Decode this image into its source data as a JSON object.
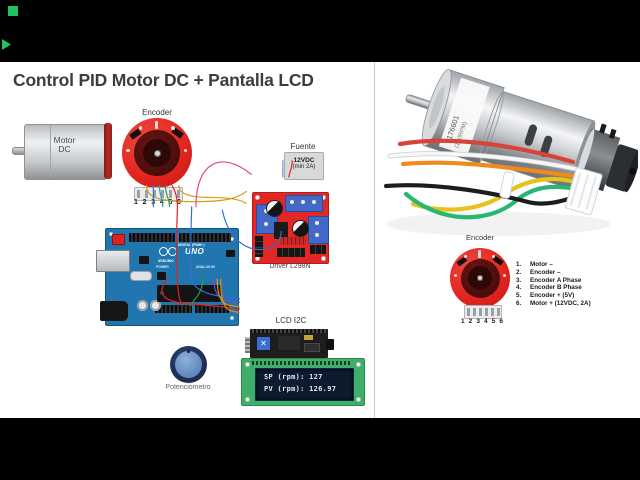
{
  "title": "Control PID Motor DC + Pantalla LCD",
  "diagram": {
    "motor": {
      "line1": "Motor",
      "line2": "DC"
    },
    "encoder": {
      "label": "Encoder",
      "pins": [
        "1",
        "2",
        "3",
        "4",
        "5",
        "6"
      ]
    },
    "fuente": {
      "label": "Fuente",
      "voltage": "12VDC",
      "current": "(min 2A)"
    },
    "driver": {
      "label": "Driver L298N"
    },
    "arduino": {
      "model": "UNO",
      "brand": "ARDUINO",
      "digital_label": "DIGITAL (PWM~)",
      "power_label": "POWER",
      "analog_label": "ANALOG IN"
    },
    "potentiometer": {
      "label": "Potenciómetro"
    },
    "lcd": {
      "label": "LCD I2C",
      "line1": "SP (rpm): 127",
      "line2": "PV (rpm): 126.97"
    }
  },
  "photo": {
    "sticker_line1": "1176601",
    "sticker_line2": "(100RPM)"
  },
  "pinout": {
    "label": "Encoder",
    "pins": [
      "1",
      "2",
      "3",
      "4",
      "5",
      "6"
    ],
    "items": [
      {
        "num": "1.",
        "text": "Motor –"
      },
      {
        "num": "2.",
        "text": "Encoder –"
      },
      {
        "num": "3.",
        "text": "Encoder A Phase"
      },
      {
        "num": "4.",
        "text": "Encoder B Phase"
      },
      {
        "num": "5.",
        "text": "Encoder + (5V)"
      },
      {
        "num": "6.",
        "text": "Motor + (12VDC, 2A)"
      }
    ]
  },
  "colors": {
    "board_red": "#e32724",
    "arduino_blue": "#2276b0",
    "lcd_green": "#3fae68",
    "screen_navy": "#0d1b2e",
    "lcd_text": "#d7ecff",
    "terminal_blue": "#4169c8",
    "corner_mark_green": "#21c063"
  }
}
